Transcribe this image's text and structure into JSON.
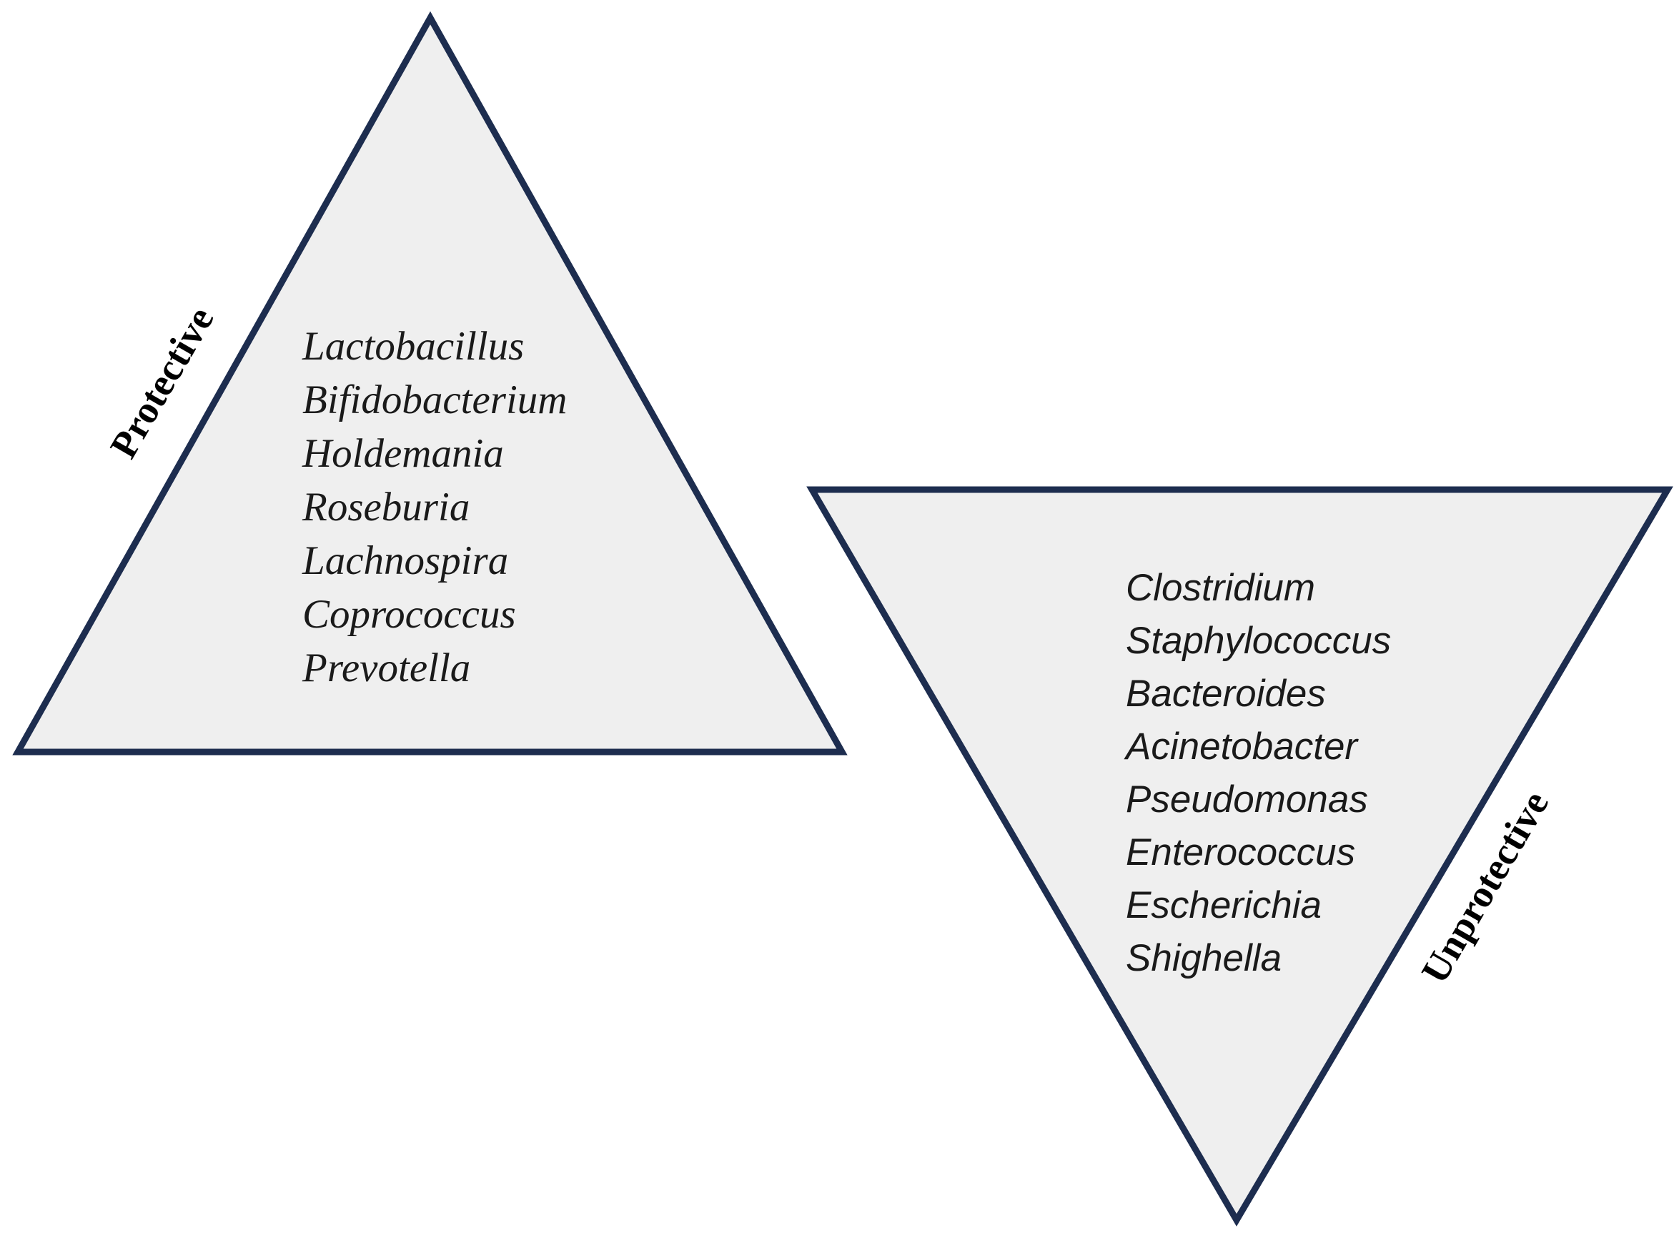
{
  "protective": {
    "label": "Protective",
    "items": [
      "Lactobacillus",
      "Bifidobacterium",
      "Holdemania",
      "Roseburia",
      "Lachnospira",
      "Coprococcus",
      "Prevotella"
    ]
  },
  "unprotective": {
    "label": "Unprotective",
    "items": [
      "Clostridium",
      "Staphylococcus",
      "Bacteroides",
      "Acinetobacter",
      "Pseudomonas",
      "Enterococcus",
      "Escherichia",
      "Shighella"
    ]
  },
  "colors": {
    "outline": "#1d2d4f",
    "fill": "#efefef"
  }
}
